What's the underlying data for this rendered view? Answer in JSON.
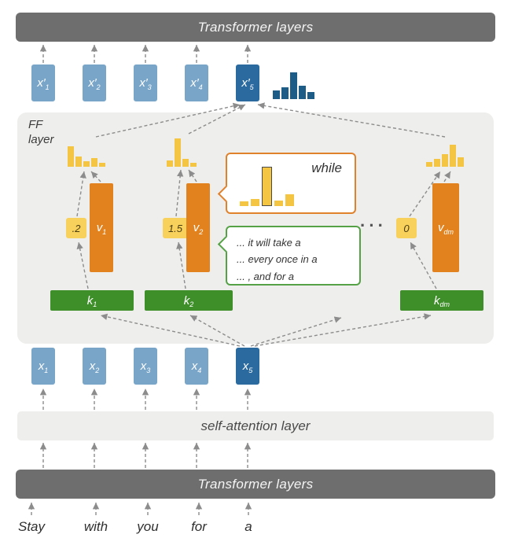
{
  "bars": {
    "top": "Transformer layers",
    "bottom": "Transformer layers",
    "self_attention": "self-attention layer"
  },
  "ff": {
    "label_line1": "FF",
    "label_line2": "layer"
  },
  "output_vectors": [
    {
      "base": "x′",
      "sub": "1"
    },
    {
      "base": "x′",
      "sub": "2"
    },
    {
      "base": "x′",
      "sub": "3"
    },
    {
      "base": "x′",
      "sub": "4"
    },
    {
      "base": "x′",
      "sub": "5"
    }
  ],
  "input_vectors": [
    {
      "base": "x",
      "sub": "1"
    },
    {
      "base": "x",
      "sub": "2"
    },
    {
      "base": "x",
      "sub": "3"
    },
    {
      "base": "x",
      "sub": "4"
    },
    {
      "base": "x",
      "sub": "5"
    }
  ],
  "keys": [
    {
      "base": "k",
      "sub": "1"
    },
    {
      "base": "k",
      "sub": "2"
    },
    {
      "base": "k",
      "sub": "dm"
    }
  ],
  "values": [
    {
      "base": "v",
      "sub": "1"
    },
    {
      "base": "v",
      "sub": "2"
    },
    {
      "base": "v",
      "sub": "dm"
    }
  ],
  "coefficients": [
    ".2",
    "1.5",
    "0"
  ],
  "ellipsis": "···",
  "words": [
    "Stay",
    "with",
    "you",
    "for",
    "a"
  ],
  "callout_value": {
    "word": "while"
  },
  "callout_keys": {
    "lines": [
      "... it will take a",
      "... every once in a",
      "... , and for a"
    ]
  },
  "charts": {
    "output_distribution": {
      "type": "bar",
      "values": [
        11,
        15,
        34,
        17,
        9
      ]
    },
    "memory_1": {
      "type": "bar",
      "values": [
        26,
        13,
        7,
        11,
        5
      ]
    },
    "memory_2": {
      "type": "bar",
      "values": [
        8,
        36,
        10,
        5
      ]
    },
    "memory_dm": {
      "type": "bar",
      "values": [
        6,
        10,
        16,
        28,
        12
      ]
    },
    "value_distribution": {
      "type": "bar",
      "values": [
        6,
        9,
        48,
        7,
        15
      ],
      "highlight_index": 2
    }
  },
  "colors": {
    "blue_light": "#78a5c8",
    "blue_dark": "#2b6a9f",
    "yellow": "#f4c542",
    "orange": "#e1821e",
    "green": "#3e8e2a",
    "gray_bar": "#6e6e6e",
    "panel_gray": "#eeeeec"
  }
}
